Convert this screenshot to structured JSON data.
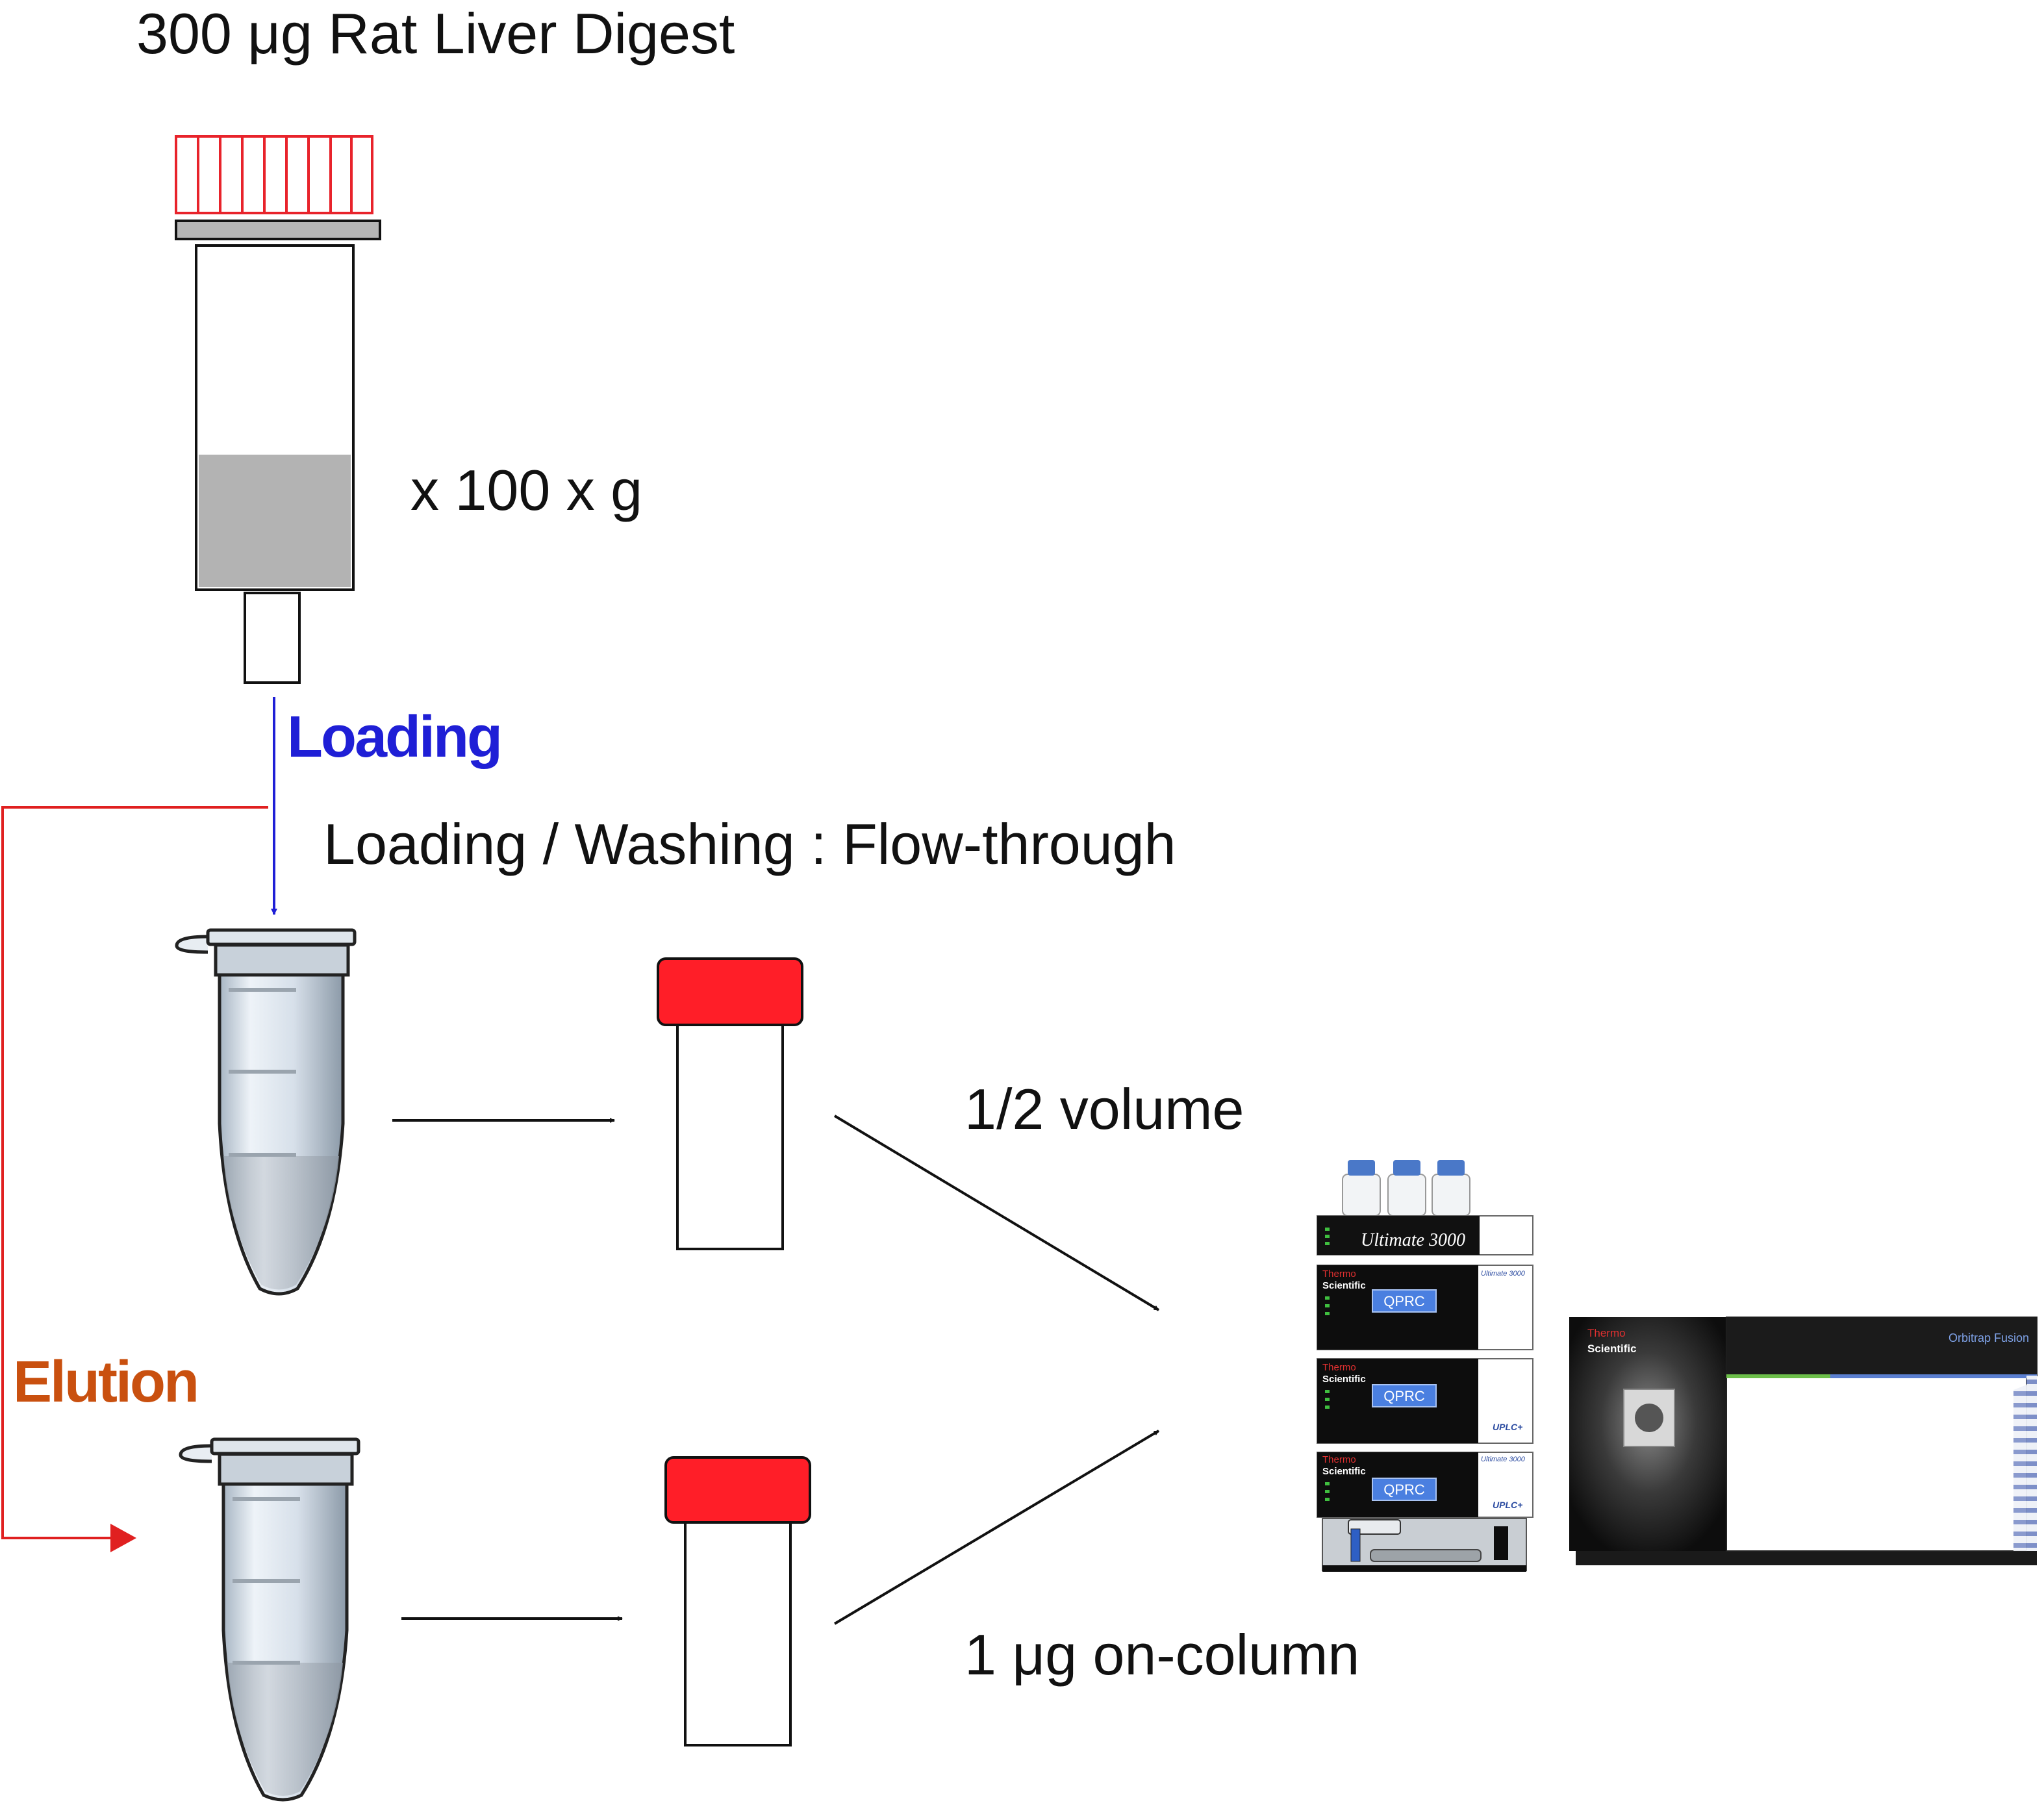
{
  "labels": {
    "sample": "300 μg Rat Liver Digest",
    "centrifuge": "x 100 x g",
    "loading": "Loading",
    "flow_through": "Loading / Washing : Flow-through",
    "elution": "Elution",
    "half_volume": "1/2 volume",
    "on_column": "1 μg on-column"
  },
  "instrument": {
    "lc_brand_top": "Thermo",
    "lc_brand_bottom": "Scientific",
    "lc_logo": "Ultimate 3000",
    "lc_model": "Ultimate 3000",
    "lc_screen": "QPRC",
    "lc_uplc": "UPLC+",
    "ms_brand_top": "Thermo",
    "ms_brand_bottom": "Scientific",
    "ms_model": "Orbitrap Fusion"
  },
  "colors": {
    "loading": "#1f1fd6",
    "elution": "#c9500f",
    "elution_line": "#e02020",
    "cap_red": "#ff1e28",
    "arrow": "#111111"
  }
}
